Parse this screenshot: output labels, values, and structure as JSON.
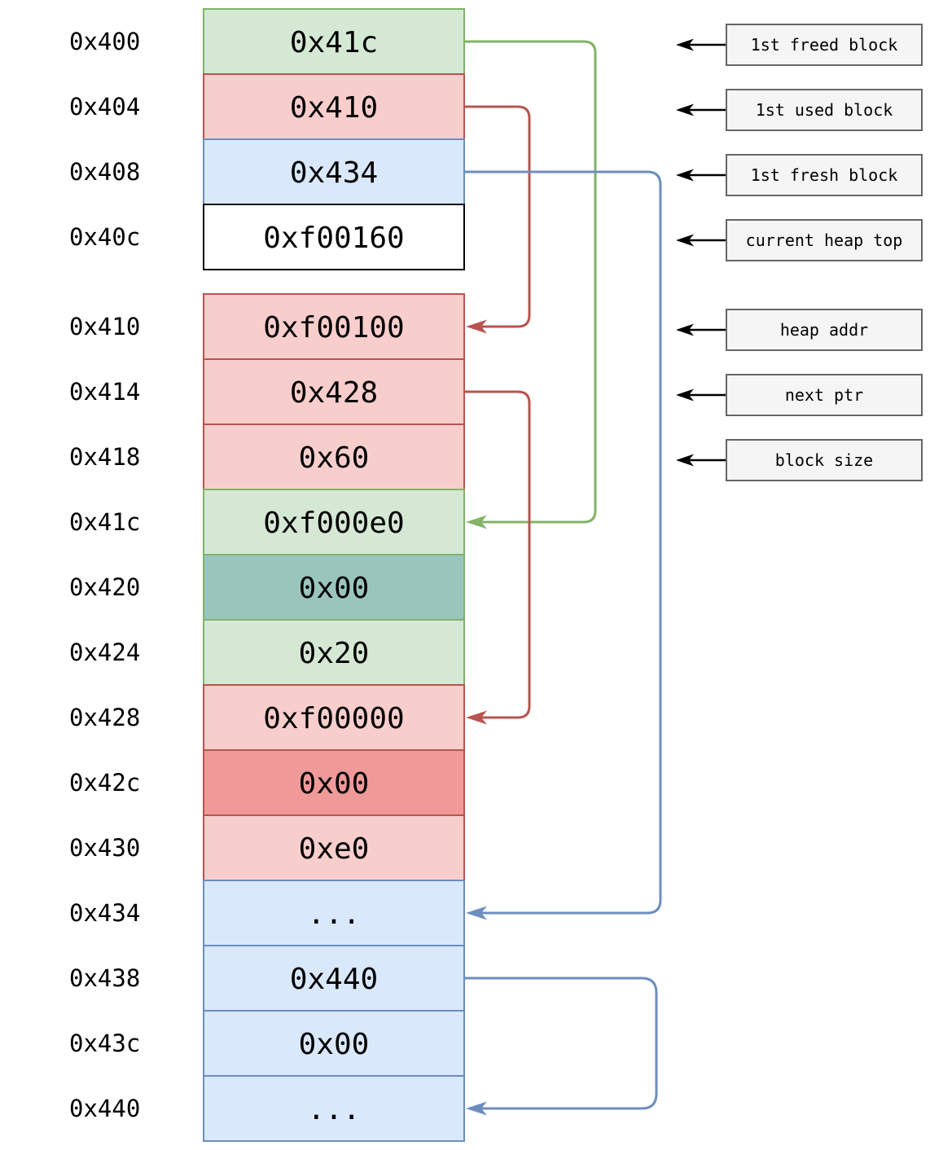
{
  "diagram": {
    "colors": {
      "green_fill": "#d5e8d4",
      "green_border": "#82b366",
      "red_fill": "#f8cecc",
      "red_border": "#b85450",
      "red_dark_fill": "#ef9a98",
      "teal_fill": "#9ac5bd",
      "blue_fill": "#dae8fc",
      "blue_border": "#6c8ebf",
      "white_fill": "#ffffff",
      "black": "#000000",
      "annotation_fill": "#f5f5f5",
      "annotation_border": "#666666"
    },
    "rows": [
      {
        "addr": "0x400",
        "value": "0x41c",
        "style": "green",
        "stack": 0
      },
      {
        "addr": "0x404",
        "value": "0x410",
        "style": "red",
        "stack": 0
      },
      {
        "addr": "0x408",
        "value": "0x434",
        "style": "blue",
        "stack": 0
      },
      {
        "addr": "0x40c",
        "value": "0xf00160",
        "style": "white",
        "stack": 0
      },
      {
        "addr": "0x410",
        "value": "0xf00100",
        "style": "red",
        "stack": 1
      },
      {
        "addr": "0x414",
        "value": "0x428",
        "style": "red",
        "stack": 1
      },
      {
        "addr": "0x418",
        "value": "0x60",
        "style": "red",
        "stack": 1
      },
      {
        "addr": "0x41c",
        "value": "0xf000e0",
        "style": "green",
        "stack": 1
      },
      {
        "addr": "0x420",
        "value": "0x00",
        "style": "teal",
        "stack": 1
      },
      {
        "addr": "0x424",
        "value": "0x20",
        "style": "green",
        "stack": 1
      },
      {
        "addr": "0x428",
        "value": "0xf00000",
        "style": "red",
        "stack": 1
      },
      {
        "addr": "0x42c",
        "value": "0x00",
        "style": "red-dark",
        "stack": 1
      },
      {
        "addr": "0x430",
        "value": "0xe0",
        "style": "red",
        "stack": 1
      },
      {
        "addr": "0x434",
        "value": "...",
        "style": "blue",
        "stack": 1
      },
      {
        "addr": "0x438",
        "value": "0x440",
        "style": "blue",
        "stack": 1
      },
      {
        "addr": "0x43c",
        "value": "0x00",
        "style": "blue",
        "stack": 1
      },
      {
        "addr": "0x440",
        "value": "...",
        "style": "blue",
        "stack": 1
      }
    ],
    "annotations": [
      {
        "label": "1st freed block",
        "row": "0x400"
      },
      {
        "label": "1st used block",
        "row": "0x404"
      },
      {
        "label": "1st fresh block",
        "row": "0x408"
      },
      {
        "label": "current heap top",
        "row": "0x40c"
      },
      {
        "label": "heap addr",
        "row": "0x410"
      },
      {
        "label": "next ptr",
        "row": "0x414"
      },
      {
        "label": "block size",
        "row": "0x418"
      }
    ],
    "pointers": [
      {
        "from": "0x400",
        "to": "0x41c",
        "color": "green"
      },
      {
        "from": "0x404",
        "to": "0x410",
        "color": "red"
      },
      {
        "from": "0x408",
        "to": "0x434",
        "color": "blue"
      },
      {
        "from": "0x414",
        "to": "0x428",
        "color": "red"
      },
      {
        "from": "0x438",
        "to": "0x440",
        "color": "blue"
      }
    ]
  }
}
